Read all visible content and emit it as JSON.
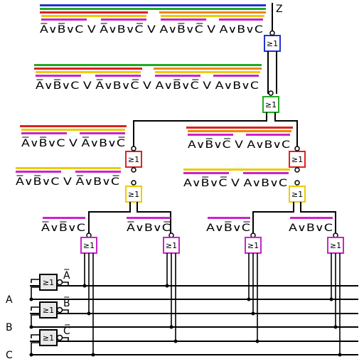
{
  "colors": {
    "blue": "#2233cc",
    "green": "#22aa22",
    "red": "#dd2222",
    "orange": "#ee8800",
    "yellow": "#eecc00",
    "magenta": "#cc22cc",
    "black": "#000000",
    "nor_fill": "#e8e8e8"
  },
  "output_label": "Z",
  "inputs": {
    "a": "A",
    "b": "B",
    "c": "C"
  },
  "inverter_outputs": {
    "a": "A̅",
    "b": "B̅",
    "c": "C̅"
  },
  "gate_symbol": "≥1",
  "expressions": {
    "top": "A̅∨B̅∨C V A̅∨B∨C̅ V A∨B̅∨C̅ V A∨B∨C",
    "level2": "A̅∨B̅∨C V A̅∨B∨C̅ V A∨B̅∨C̅ V A∨B∨C",
    "left_red": "A̅∨B̅∨C V A̅∨B∨C̅",
    "right_red": "A∨B̅∨C̅ V A∨B∨C",
    "left_yellow": "A̅∨B̅∨C V A̅∨B∨C̅",
    "right_yellow": "A∨B̅∨C̅ V A∨B∨C",
    "leaf1": "A̅∨B̅∨C",
    "leaf2": "A̅∨B∨C̅",
    "leaf3": "A∨B̅∨C̅",
    "leaf4": "A∨B∨C"
  }
}
